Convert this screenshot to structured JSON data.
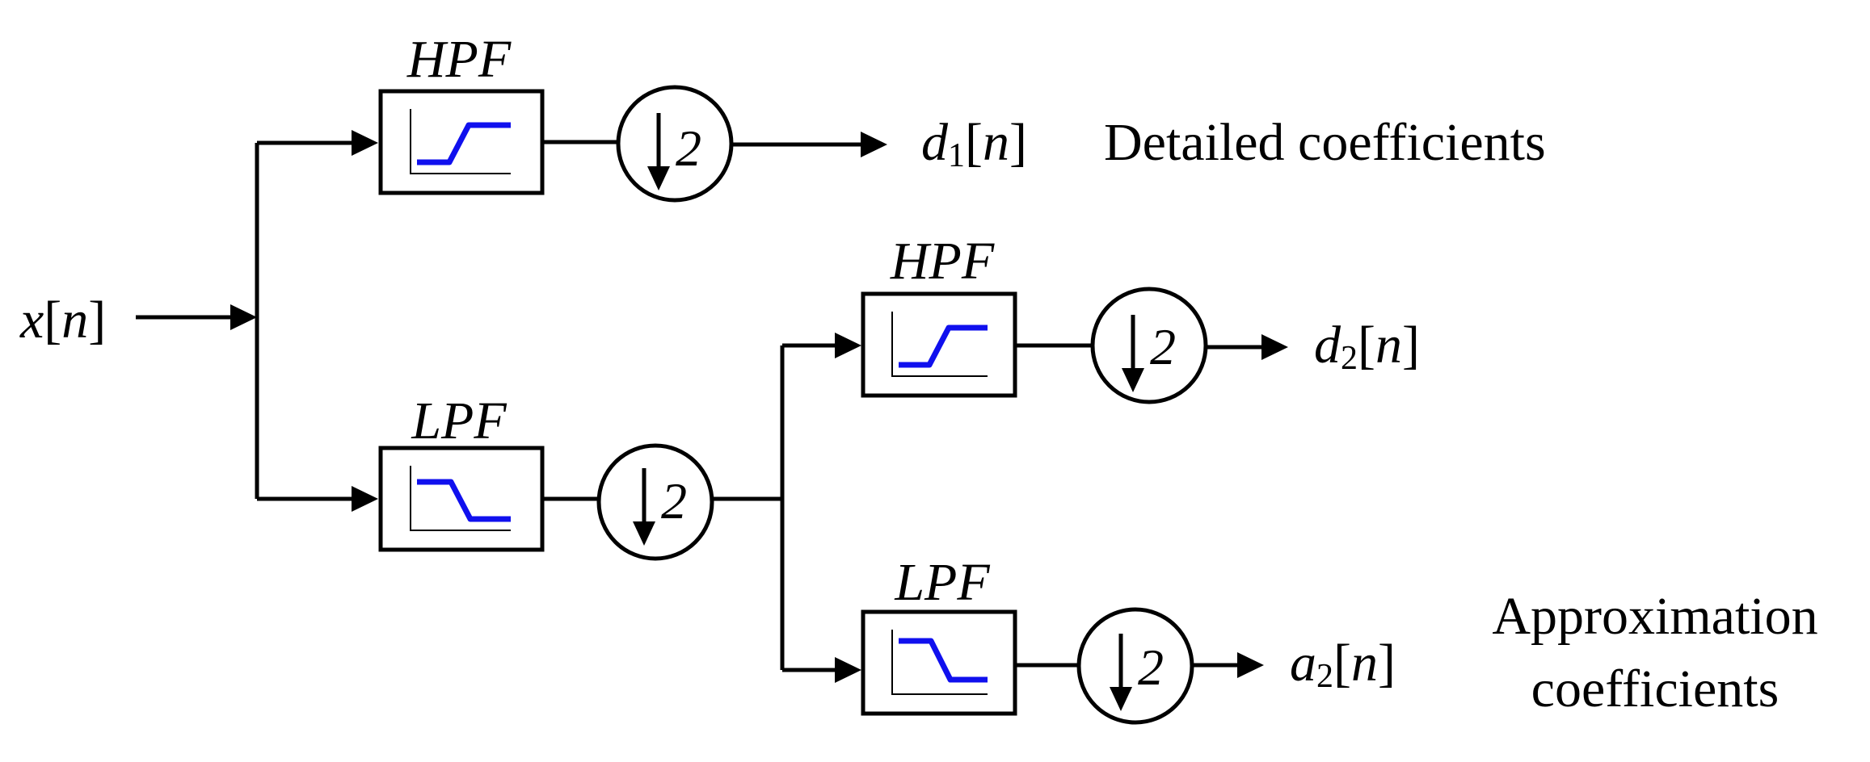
{
  "input_signal": {
    "var": "x",
    "index": "n"
  },
  "filters": {
    "level1_high": "HPF",
    "level1_low": "LPF",
    "level2_high": "HPF",
    "level2_low": "LPF"
  },
  "downsample_factor": "2",
  "outputs": {
    "d1": {
      "var": "d",
      "sub": "1",
      "index": "n"
    },
    "d2": {
      "var": "d",
      "sub": "2",
      "index": "n"
    },
    "a2": {
      "var": "a",
      "sub": "2",
      "index": "n"
    }
  },
  "descriptions": {
    "detailed": "Detailed coefficients",
    "approx_line1": "Approximation",
    "approx_line2": "coefficients"
  },
  "colors": {
    "response_curve": "#1010ee",
    "lines": "#000000"
  }
}
